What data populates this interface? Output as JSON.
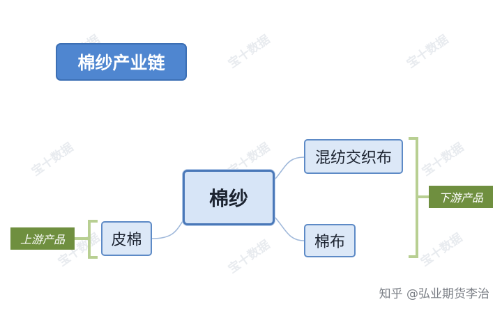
{
  "title": "棉纱产业链",
  "center": {
    "label": "棉纱"
  },
  "downstream": {
    "tag": "下游产品",
    "items": [
      {
        "label": "混纺交织布"
      },
      {
        "label": "棉布"
      }
    ]
  },
  "upstream": {
    "tag": "上游产品",
    "items": [
      {
        "label": "皮棉"
      }
    ]
  },
  "watermark": "宝十数据",
  "credit": "知乎 @弘业期货李治",
  "colors": {
    "title_fill": "#4f86d0",
    "node_fill": "#dce8f7",
    "node_border": "#5d8ac6",
    "tag_fill": "#6f8f3f",
    "bracket": "#b8cf92",
    "connector": "#9fb8da"
  }
}
